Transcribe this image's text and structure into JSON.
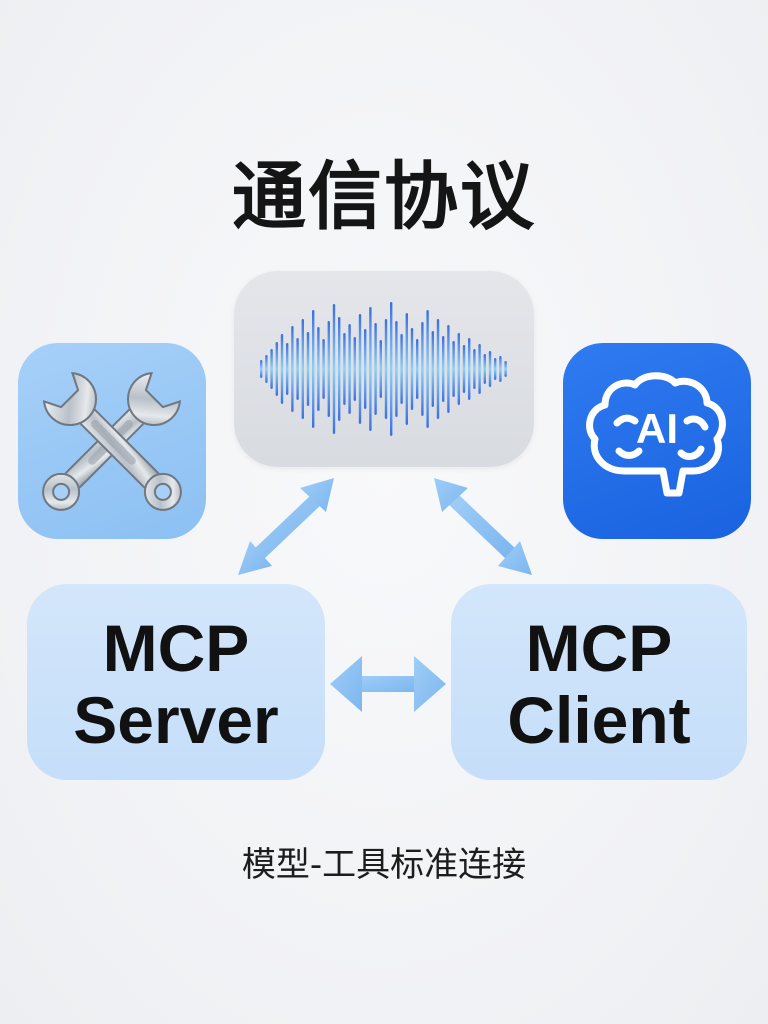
{
  "title": "通信协议",
  "nodes": {
    "server": {
      "line1": "MCP",
      "line2": "Server"
    },
    "client": {
      "line1": "MCP",
      "line2": "Client"
    }
  },
  "ai_icon": {
    "label": "AI"
  },
  "subtitle": "模型-工具标准连接",
  "icons": {
    "tools": "wrench-screwdriver-icon",
    "ai": "ai-brain-icon",
    "wave": "sound-wave-icon"
  },
  "colors": {
    "accent_blue": "#1a62e0",
    "node_fill": "#c5def9",
    "arrow": "#8cc0f3",
    "wave_light": "#8fd0f5",
    "wave_dark": "#3b6fe0"
  }
}
